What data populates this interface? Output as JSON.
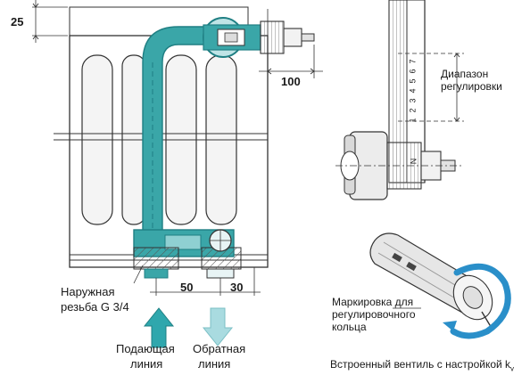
{
  "dimensions": {
    "top_offset": "25",
    "valve_offset": "100",
    "spacing_supply_return": "50",
    "spacing_return_edge": "30"
  },
  "labels": {
    "external_thread": [
      "Наружная",
      "резьба G 3/4"
    ],
    "adjust_range": [
      "Диапазон",
      "регулировки"
    ],
    "ring_marking": [
      "Маркировка для",
      "регулировочного",
      "кольца"
    ],
    "supply_line": [
      "Подающая",
      "линия"
    ],
    "return_line": [
      "Обратная",
      "линия"
    ],
    "builtin_valve": "Встроенный вентиль с настройкой k",
    "builtin_valve_sub": "v"
  },
  "scale_ticks": [
    "1",
    "2",
    "3",
    "4",
    "5",
    "6",
    "7"
  ],
  "scale_end": "N",
  "colors": {
    "pipe": "#3aa6a8",
    "pipe_dark": "#1f7f83",
    "supply_arrow": "#2fa7ad",
    "return_arrow": "#a9dbe0",
    "line": "#333333",
    "ring": "#2a8fc9"
  }
}
